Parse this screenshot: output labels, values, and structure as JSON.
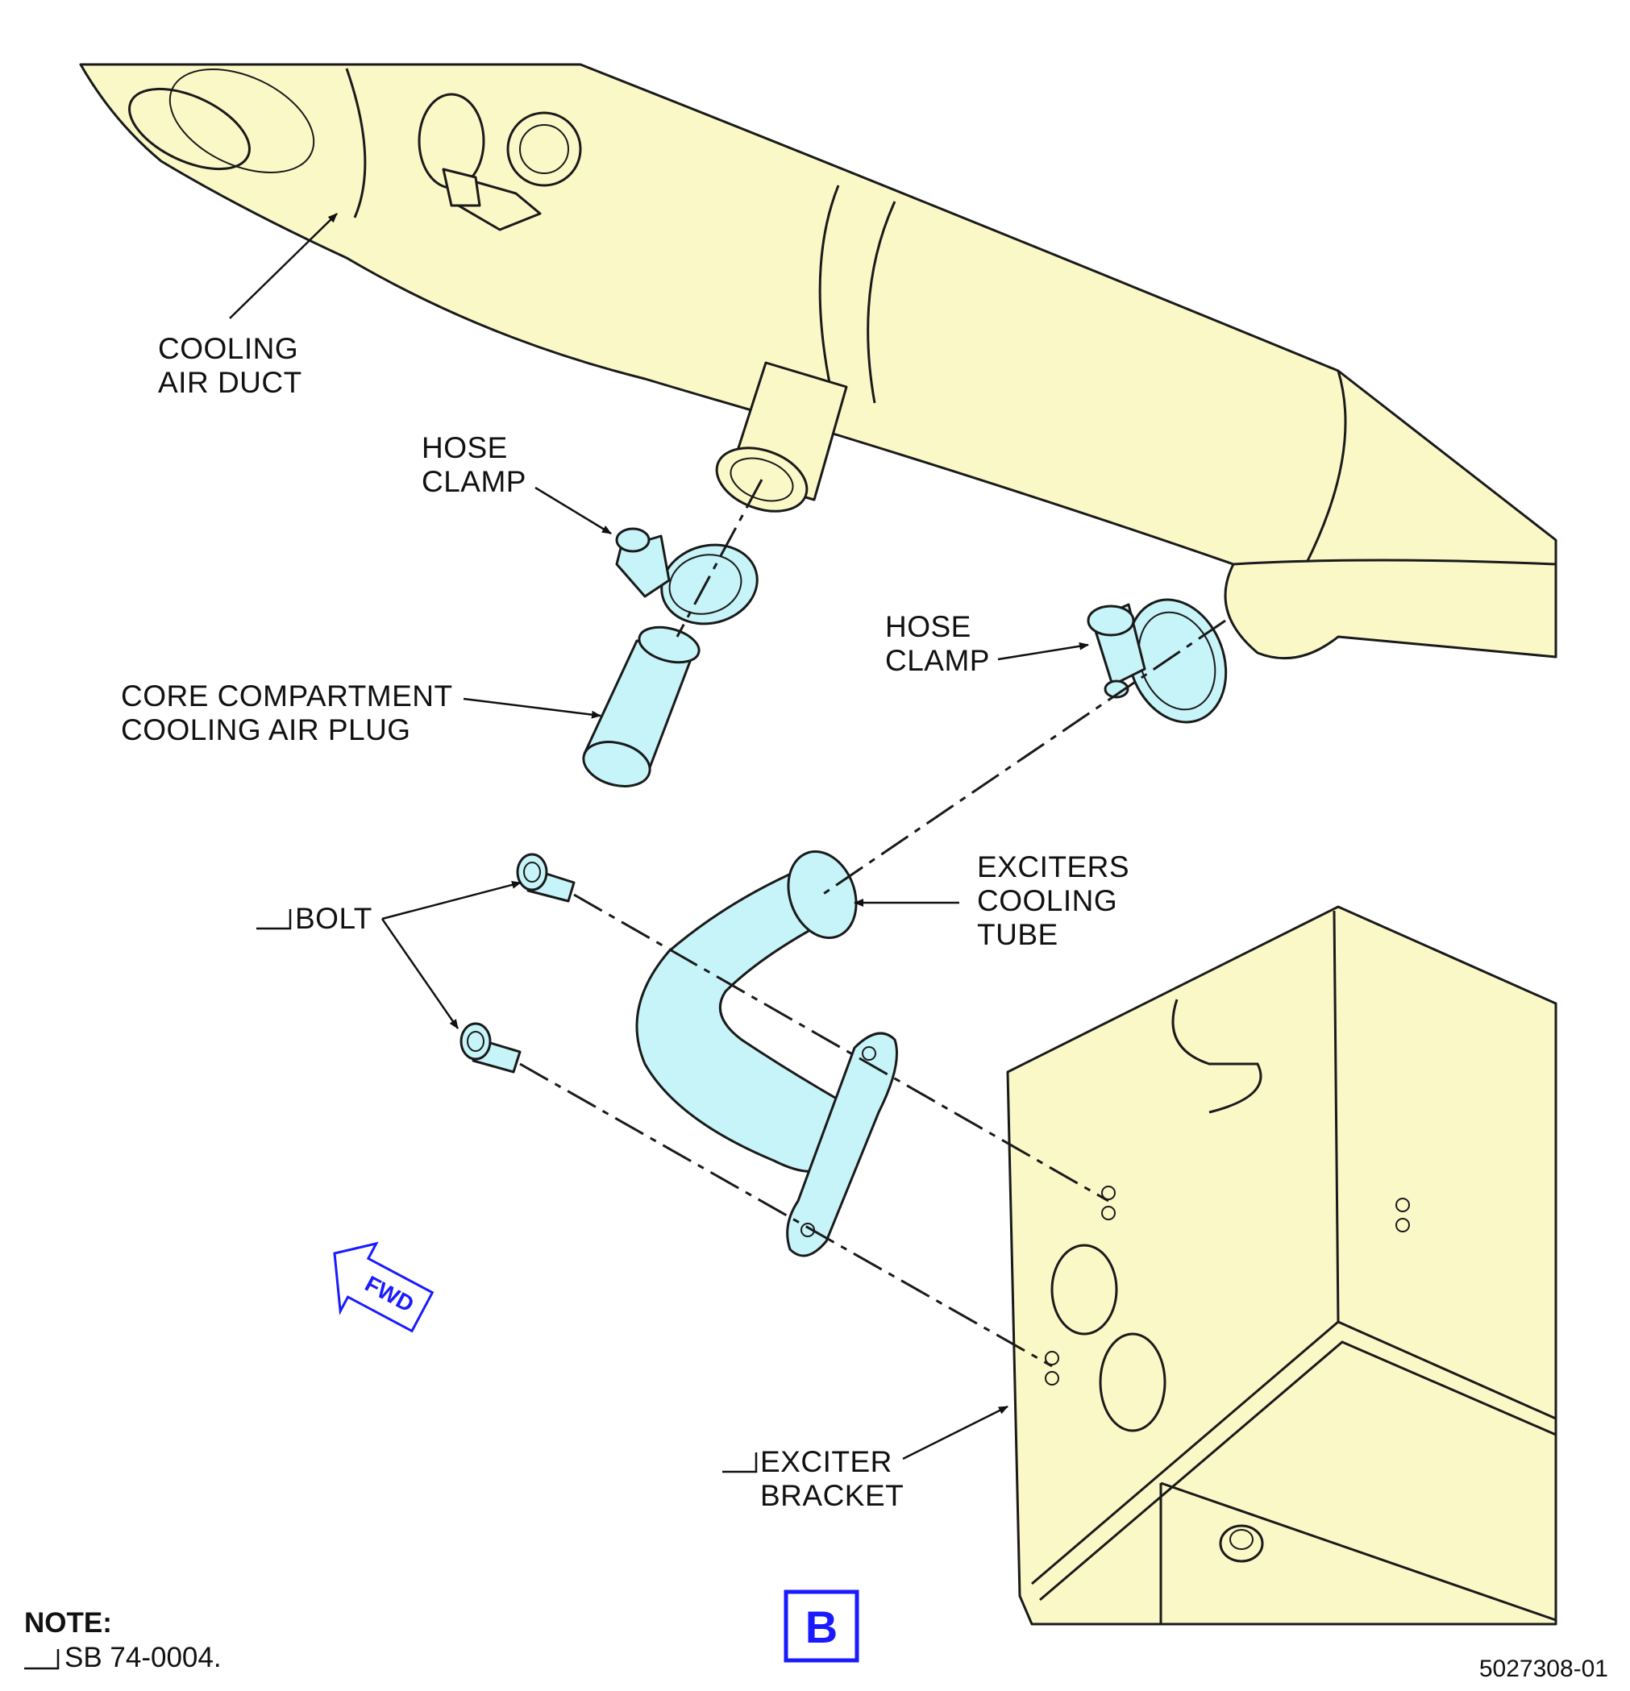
{
  "labels": {
    "cooling_air_duct": [
      "COOLING",
      "AIR DUCT"
    ],
    "hose_clamp_1": [
      "HOSE",
      "CLAMP"
    ],
    "hose_clamp_2": [
      "HOSE",
      "CLAMP"
    ],
    "core_plug": [
      "CORE COMPARTMENT",
      "COOLING AIR PLUG"
    ],
    "exciters_tube": [
      "EXCITERS",
      "COOLING",
      "TUBE"
    ],
    "bolt": "BOLT",
    "exciter_bracket": [
      "EXCITER",
      "BRACKET"
    ]
  },
  "fwd_arrow": "FWD",
  "view_letter": "B",
  "note": {
    "heading": "NOTE:",
    "text": "SB 74-0004."
  },
  "figure_number": "5027308-01",
  "colors": {
    "duct_fill": "#fbf8c8",
    "part_fill": "#c6f4f9",
    "accent_blue": "#1a1aff"
  }
}
